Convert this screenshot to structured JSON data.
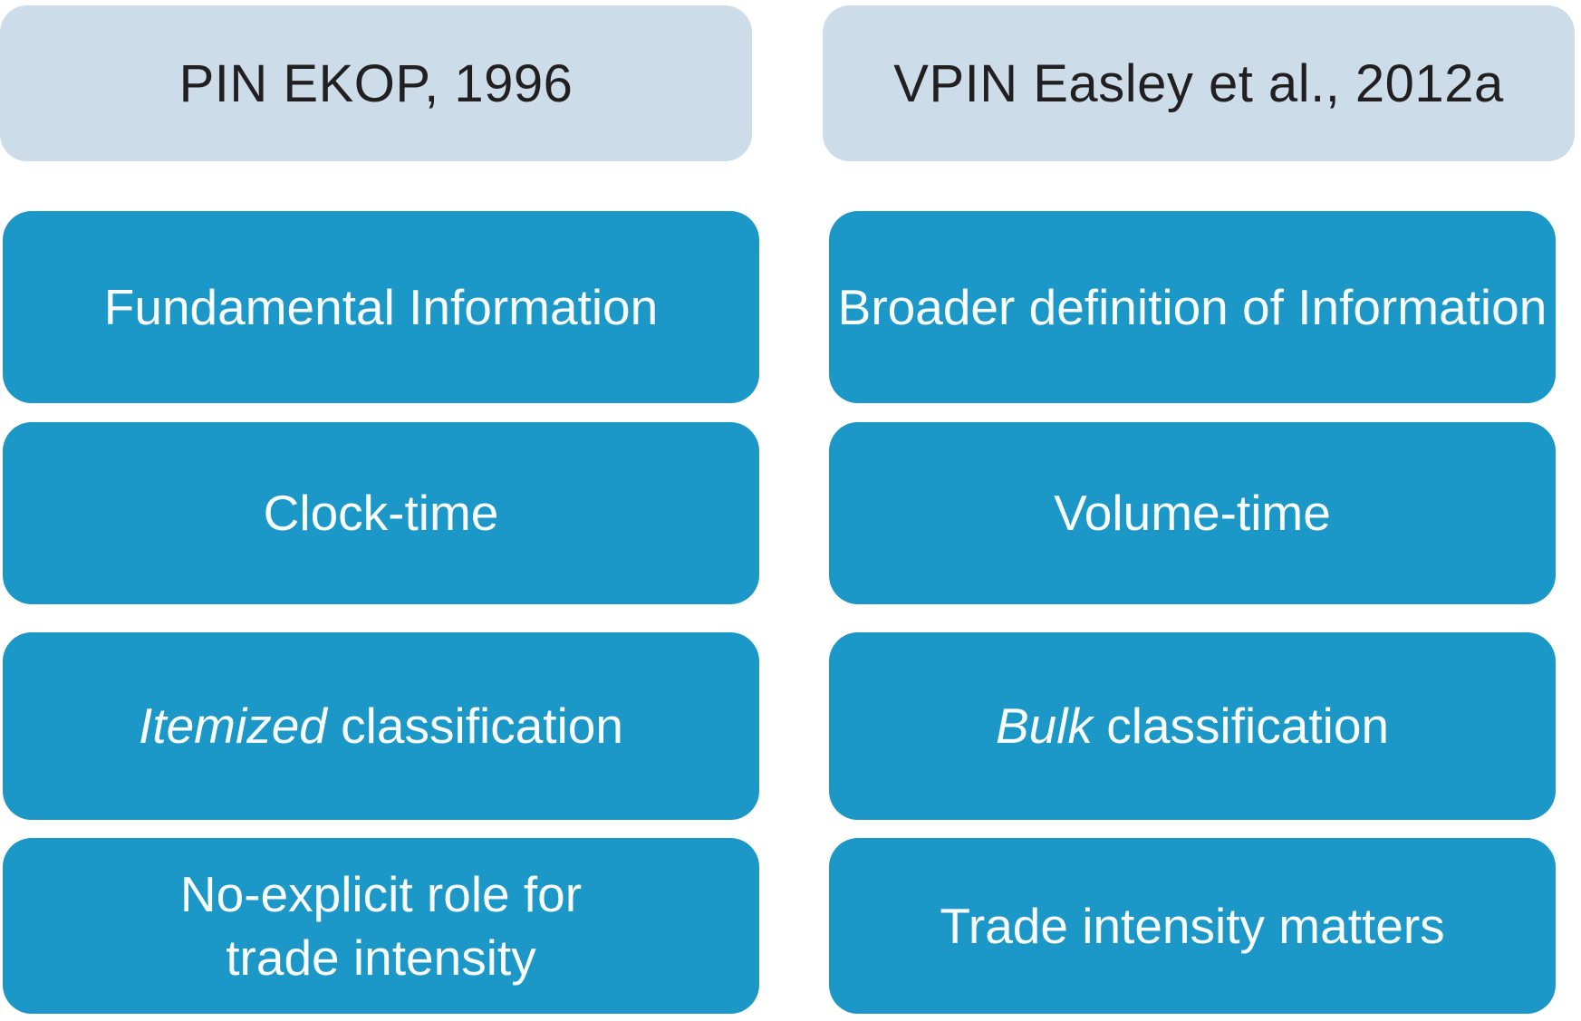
{
  "diagram": {
    "title_hint": "Comparison of PIN and VPIN metrics",
    "colors": {
      "header_bg": "#cddce9",
      "card_bg": "#1b97c8",
      "header_text": "#221f20",
      "card_text": "#fafdfe",
      "page_bg": "#ffffff"
    },
    "columns": [
      {
        "header": "PIN EKOP, 1996",
        "rows": [
          {
            "text": "Fundamental Information"
          },
          {
            "text": "Clock-time"
          },
          {
            "italic": "Itemized",
            "rest": " classification"
          },
          {
            "line1": "No-explicit role for",
            "line2": "trade intensity"
          }
        ]
      },
      {
        "header": "VPIN Easley et al., 2012a",
        "rows": [
          {
            "text": "Broader definition of Information"
          },
          {
            "text": "Volume-time"
          },
          {
            "italic": "Bulk",
            "rest": " classification"
          },
          {
            "text": "Trade intensity matters"
          }
        ]
      }
    ]
  }
}
